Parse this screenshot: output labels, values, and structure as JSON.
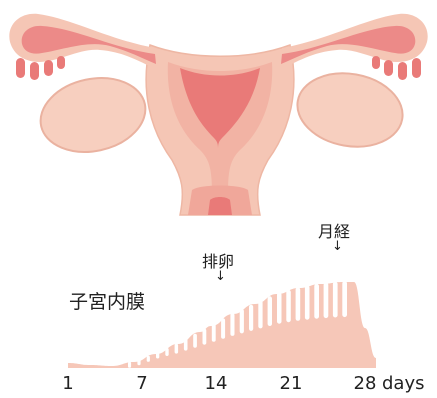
{
  "labels": {
    "endometrium": "子宮内膜",
    "ovulation": "排卵",
    "menstruation": "月経",
    "arrow_glyph": "↓"
  },
  "colors": {
    "uterus_outer": "#f5c6b5",
    "uterus_inner": "#e97a78",
    "tube": "#ec8a88",
    "ovary": "#f7cfbf",
    "ovary_stroke": "#eab2a0",
    "endometrium": "#f6c7b8",
    "text": "#222222"
  },
  "chart_data": {
    "type": "area",
    "x_unit": "days",
    "x_ticks": [
      "1",
      "7",
      "14",
      "21",
      "28"
    ],
    "xlim": [
      1,
      29
    ],
    "x": [
      1,
      3,
      5,
      7,
      9,
      11,
      13,
      14,
      16,
      18,
      20,
      22,
      24,
      26,
      27,
      28,
      29
    ],
    "thickness": [
      0.05,
      0.03,
      0.02,
      0.06,
      0.14,
      0.24,
      0.36,
      0.42,
      0.54,
      0.64,
      0.74,
      0.8,
      0.84,
      0.86,
      0.86,
      0.4,
      0.1
    ],
    "annotations": [
      {
        "text": "排卵",
        "x": 14
      },
      {
        "text": "月経",
        "x": 25
      }
    ]
  }
}
